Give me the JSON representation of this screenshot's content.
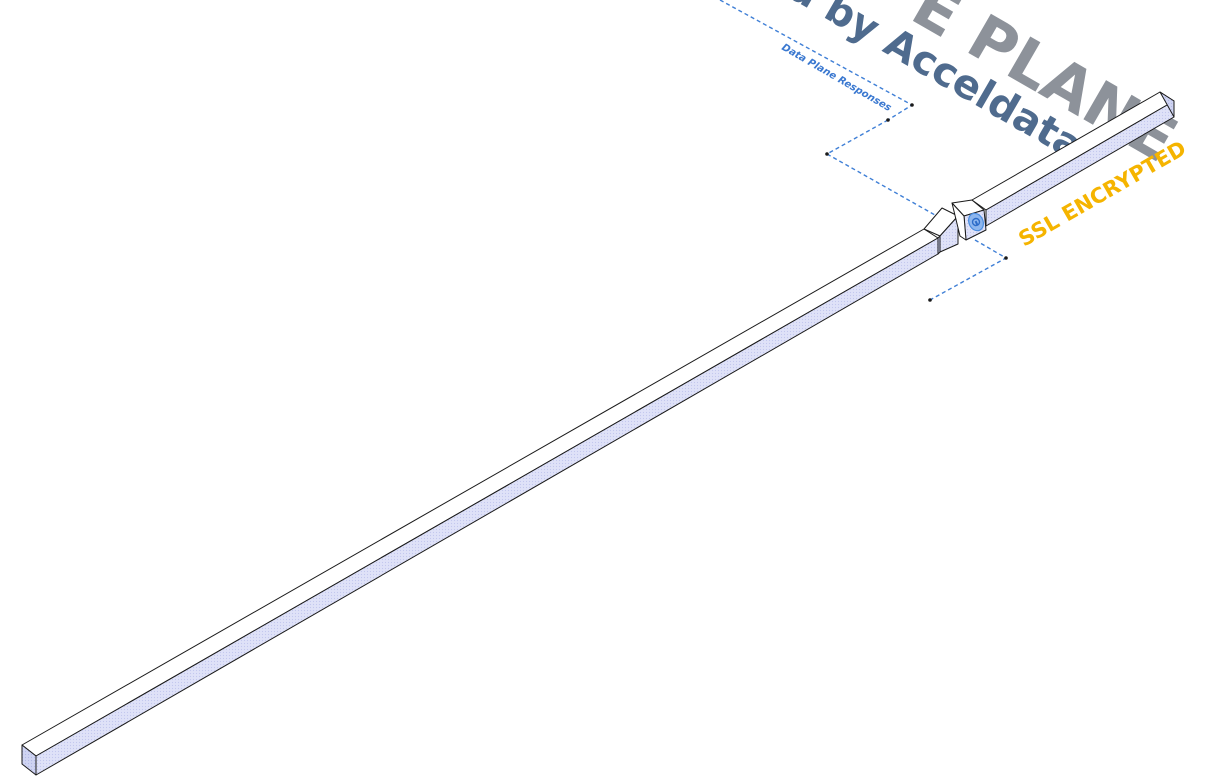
{
  "labels": {
    "plane_title": "E PLANE",
    "managed_by": "d by Acceldata",
    "responses": "Data Plane Responses",
    "ssl": "SSL ENCRYPTED"
  },
  "colors": {
    "title_gray": "#8d929a",
    "subtitle_slate": "#4f6b8e",
    "responses_blue": "#3a78d0",
    "ssl_amber": "#f5b400",
    "beam_side": "#d8dcf6",
    "connector_dash": "#3f7fd6",
    "lock_blue": "#4a8de0"
  },
  "icons": [
    "lock-icon"
  ]
}
